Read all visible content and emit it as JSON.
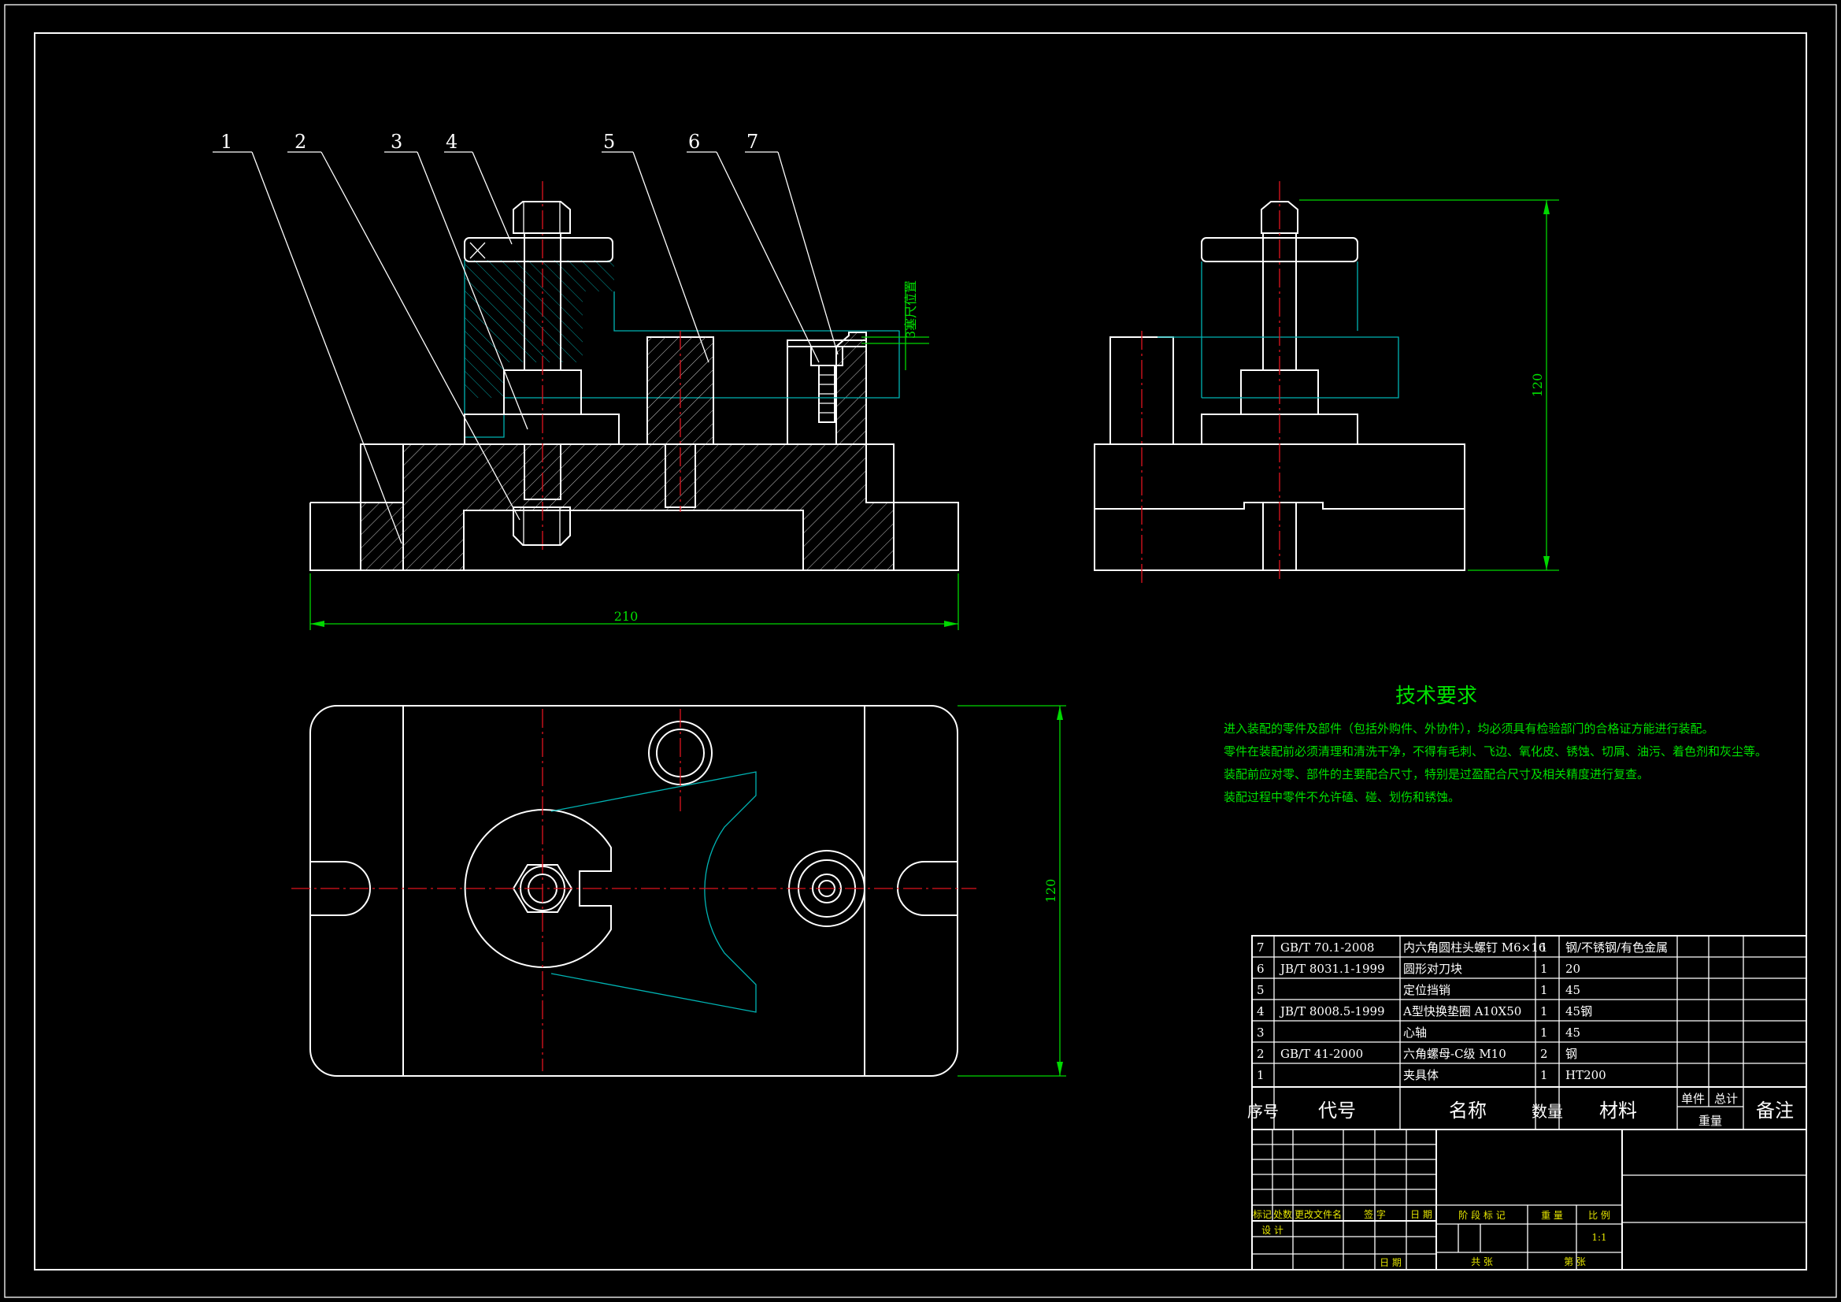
{
  "balloons": [
    "1",
    "2",
    "3",
    "4",
    "5",
    "6",
    "7"
  ],
  "dimensions": {
    "width": "210",
    "height_side": "120",
    "height_top": "120",
    "gauge_note": "3塞尺位置"
  },
  "tech_requirements": {
    "title": "技术要求",
    "lines": [
      "进入装配的零件及部件（包括外购件、外协件），均必须具有检验部门的合格证方能进行装配。",
      "零件在装配前必须清理和清洗干净，不得有毛刺、飞边、氧化皮、锈蚀、切屑、油污、着色剂和灰尘等。",
      "装配前应对零、部件的主要配合尺寸，特别是过盈配合尺寸及相关精度进行复查。",
      "装配过程中零件不允许磕、碰、划伤和锈蚀。"
    ]
  },
  "parts_list": {
    "rows": [
      {
        "no": "7",
        "code": "GB/T 70.1-2008",
        "name": "内六角圆柱头螺钉 M6×16",
        "qty": "1",
        "material": "钢/不锈钢/有色金属"
      },
      {
        "no": "6",
        "code": "JB/T 8031.1-1999",
        "name": "圆形对刀块",
        "qty": "1",
        "material": "20"
      },
      {
        "no": "5",
        "code": "",
        "name": "定位挡销",
        "qty": "1",
        "material": "45"
      },
      {
        "no": "4",
        "code": "JB/T 8008.5-1999",
        "name": "A型快换垫圈 A10X50",
        "qty": "1",
        "material": "45钢"
      },
      {
        "no": "3",
        "code": "",
        "name": "心轴",
        "qty": "1",
        "material": "45"
      },
      {
        "no": "2",
        "code": "GB/T 41-2000",
        "name": "六角螺母-C级 M10",
        "qty": "2",
        "material": "钢"
      },
      {
        "no": "1",
        "code": "",
        "name": "夹具体",
        "qty": "1",
        "material": "HT200"
      }
    ],
    "headers": {
      "no": "序号",
      "code": "代号",
      "name": "名称",
      "qty": "数量",
      "material": "材料",
      "unit": "单件",
      "total": "总计",
      "weight": "重量",
      "remark": "备注"
    }
  },
  "title_block": {
    "mark": "标记",
    "count": "处数",
    "change_doc": "更改文件名",
    "signature": "签 字",
    "date": "日 期",
    "design": "设 计",
    "date2": "日 期",
    "stage_mark": "阶 段 标 记",
    "weight": "重 量",
    "scale": "比 例",
    "scale_value": "1:1",
    "sheets_total": "共  张",
    "sheet_no": "第  张"
  }
}
